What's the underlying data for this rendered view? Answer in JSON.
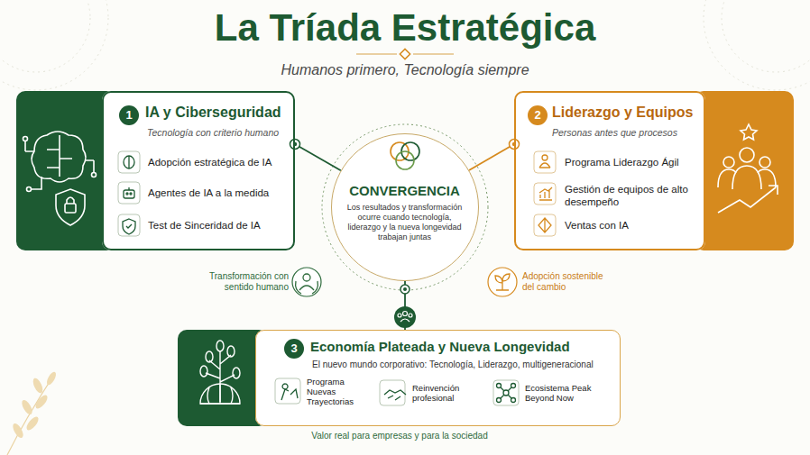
{
  "diagram": {
    "title": "La Tríada Estratégica",
    "nodes": [
      {
        "text": [
          "IA y Ciberseguridad",
          "Tecnología con criterio humano"
        ]
      },
      {
        "text": [
          "Liderazgo y Equipos",
          "Personas antes que procesos"
        ]
      },
      {
        "text": [
          "CONVERGENCIA",
          "Los resultados y transformación ocurre cuando tecnología, liderazgo y la nueva longevidad trabajan juntas"
        ]
      },
      {
        "text": [
          "Economía Plateada y Nueva Longevidad",
          "El nuevo mundo corporativo: Tecnología, Liderazgo, multigeneracional"
        ]
      }
    ],
    "edges": [
      {
        "from": 0,
        "to": 2,
        "arrow": "none"
      },
      {
        "from": 1,
        "to": 2,
        "arrow": "none"
      },
      {
        "from": 2,
        "to": 3,
        "arrow": "none"
      }
    ],
    "labels": [
      "Humanos primero, Tecnología siempre",
      "1",
      "Adopción estratégica de IA",
      "Agentes de IA a la medida",
      "Test de Sinceridad de IA",
      "2",
      "Programa Liderazgo Ágil",
      "Gestión de equipos de alto desempeño",
      "Ventas con IA",
      "Transformación con sentido humano",
      "Adopción sostenible del cambio",
      "3",
      "Programa Nuevas Trayectorias",
      "Reinvención profesional",
      "Ecosistema Peak Beyond Now",
      "Valor real para empresas y para la sociedad"
    ]
  }
}
